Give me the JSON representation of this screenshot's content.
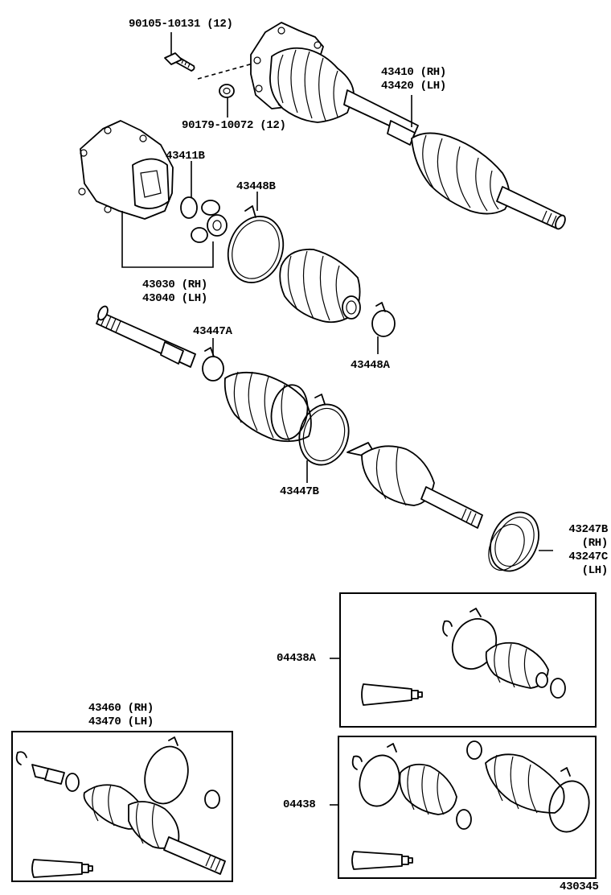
{
  "diagram_id": "430345",
  "parts": {
    "bolt": "90105-10131 (12)",
    "nut": "90179-10072 (12)",
    "outboard_shaft": [
      "43410 (RH)",
      "43420 (LH)"
    ],
    "snap_ring": "43411B",
    "boot_clamp_large_inboard": "43448B",
    "inboard_joint_tulip": [
      "43030 (RH)",
      "43040 (LH)"
    ],
    "clamp_small_inner": "43447A",
    "boot_clamp_small_inboard": "43448A",
    "clamp_large_outer": "43447B",
    "dust_deflector": [
      "43247B",
      "(RH)",
      "43247C",
      "(LH)"
    ],
    "kit_inboard_boot": "04438A",
    "drive_shaft_assy": [
      "43460 (RH)",
      "43470 (LH)"
    ],
    "kit_boot_set": "04438"
  }
}
